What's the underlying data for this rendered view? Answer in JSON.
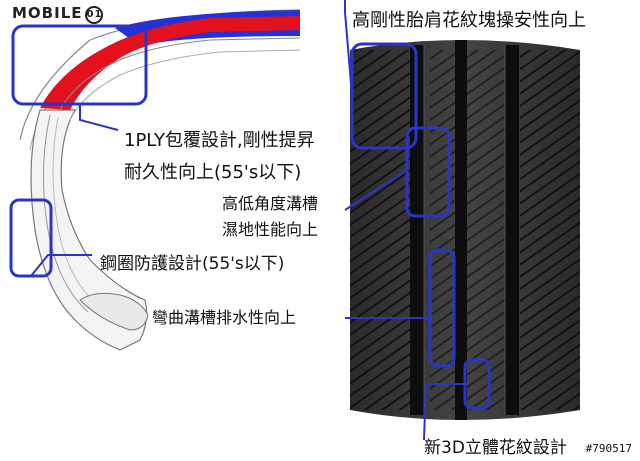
{
  "logo": {
    "text": "MOBILE",
    "badge": "01"
  },
  "watermark": "#790517",
  "labels": {
    "shoulder": "高剛性胎肩花紋塊操安性向上",
    "ply_line1": "1PLY包覆設計,剛性提昇",
    "ply_line2": "耐久性向上(55's以下)",
    "groove_line1": "高低角度溝槽",
    "groove_line2": "濕地性能向上",
    "rim": "鋼圈防護設計(55's以下)",
    "curved": "彎曲溝槽排水性向上",
    "design3d": "新3D立體花紋設計"
  },
  "colors": {
    "callout": "#2a35c8",
    "red_ply": "#e3101d",
    "blue_belt": "#2431d6",
    "tread_dark": "#1c1c1c"
  }
}
